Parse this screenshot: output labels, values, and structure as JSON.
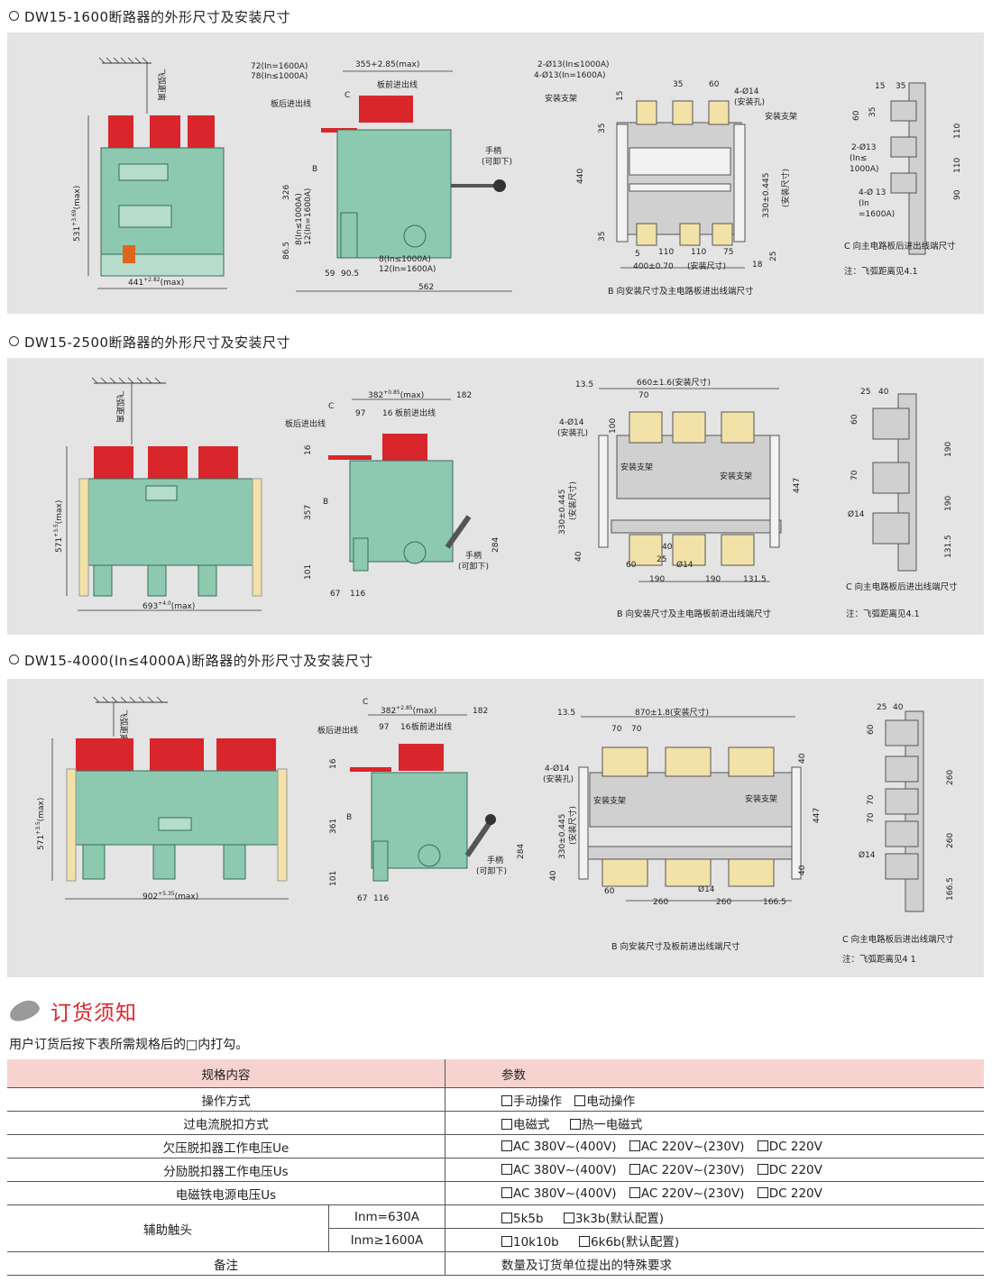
{
  "sections": [
    {
      "title": "DW15-1600断路器的外形尺寸及安装尺寸",
      "front": {
        "arc": "飞弧距离",
        "height": "531",
        "height_tol": "+3.69",
        "height_unit": "(max)",
        "width": "441",
        "width_tol": "+2.82",
        "width_unit": "(max)"
      },
      "side": {
        "t1": "72(In=1600A)",
        "t2": "78(In≤1000A)",
        "t3": "355+2.85(max)",
        "c": "C",
        "rear": "板后进出线",
        "front_w": "板前进出线",
        "b": "B",
        "d326": "326",
        "d8": "8(In≤1000A)",
        "d12": "12(In=1600A)",
        "d865": "86.5",
        "handle": "手柄",
        "handle2": "(可卸下)",
        "b1": "8(In≤1000A)",
        "b2": "12(In=1600A)",
        "d59": "59",
        "d905": "90.5",
        "d562": "562"
      },
      "bview": {
        "h1": "2-Ø13(In≤1000A)",
        "h2": "4-Ø13(In=1600A)",
        "bracket_l": "安装支架",
        "d15": "15",
        "d35t": "35",
        "d60": "60",
        "hole": "4-Ø14",
        "hole2": "(安装孔)",
        "bracket_r": "安装支架",
        "d35l": "35",
        "d440": "440",
        "d330": "330±0.445",
        "mount": "(安装尺寸)",
        "d35b": "35",
        "d5": "5",
        "d110a": "110",
        "d110b": "110",
        "d75": "75",
        "d25": "25",
        "d400": "400±0.70",
        "mount2": "(安装尺寸)",
        "d18": "18",
        "caption": "B 向安装尺寸及主电路板进出线端尺寸"
      },
      "cview": {
        "d15": "15",
        "d35": "35",
        "d60": "60",
        "d35v": "35",
        "h2": "2-Ø13",
        "h2b": "(In≤",
        "h2c": "1000A)",
        "h4": "4-Ø 13",
        "h4b": "(In",
        "h4c": "=1600A)",
        "d110a": "110",
        "d110b": "110",
        "d90": "90",
        "caption": "C 向主电路板后进出线端尺寸",
        "note": "注：飞弧距离见4.1"
      }
    },
    {
      "title": "DW15-2500断路器的外形尺寸及安装尺寸",
      "front": {
        "arc": "飞弧距离",
        "height": "571",
        "height_tol": "+3.5",
        "height_unit": "(max)",
        "width": "693",
        "width_tol": "+4.0",
        "width_unit": "(max)"
      },
      "side": {
        "c": "C",
        "t3": "382",
        "t3tol": "+0.85",
        "t3u": "(max)",
        "d182": "182",
        "rear": "板后进出线",
        "d97": "97",
        "d16a": "16",
        "front_w": "板前进出线",
        "d16": "16",
        "b": "B",
        "d357": "357",
        "d101": "101",
        "d67": "67",
        "d116": "116",
        "d284": "284",
        "handle": "手柄",
        "handle2": "(可卸下)"
      },
      "bview": {
        "d135": "13.5",
        "d660": "660±1.6(安装尺寸)",
        "d70": "70",
        "hole": "4-Ø14",
        "hole2": "(安装孔)",
        "d100": "100",
        "bracket_l": "安装支架",
        "bracket_r": "安装支架",
        "d330": "330±0.445",
        "mount": "(安装尺寸)",
        "d447": "447",
        "d40": "40",
        "d60": "60",
        "d25": "25",
        "d40b": "40",
        "phi": "Ø14",
        "d190a": "190",
        "d190b": "190",
        "d1315": "131.5",
        "caption": "B 向安装尺寸及主电路板前进出线端尺寸"
      },
      "cview": {
        "d25": "25",
        "d40": "40",
        "d60": "60",
        "d70": "70",
        "phi": "Ø14",
        "d190a": "190",
        "d190b": "190",
        "d1315": "131.5",
        "caption": "C 向主电路板后进出线端尺寸",
        "note": "注：飞弧距离见4.1"
      }
    },
    {
      "title": "DW15-4000(In≤4000A)断路器的外形尺寸及安装尺寸",
      "front": {
        "arc": "飞弧距离",
        "height": "571",
        "height_tol": "+3.5",
        "height_unit": "(max)",
        "width": "902",
        "width_tol": "+5.35",
        "width_unit": "(max)"
      },
      "side": {
        "c": "C",
        "t3": "382",
        "t3tol": "+2.85",
        "t3u": "(max)",
        "d182": "182",
        "rear": "板后进出线",
        "d97": "97",
        "d16a": "16",
        "front_w": "板前进出线",
        "d16": "16",
        "b": "B",
        "d361": "361",
        "d101": "101",
        "d67": "67",
        "d116": "116",
        "d284": "284",
        "handle": "手柄",
        "handle2": "(可卸下)"
      },
      "bview": {
        "d135": "13.5",
        "d870": "870±1.8(安装尺寸)",
        "d70a": "70",
        "d70b": "70",
        "hole": "4-Ø14",
        "hole2": "(安装孔)",
        "bracket_l": "安装支架",
        "bracket_r": "安装支架",
        "d330": "330±0.445",
        "mount": "(安装尺寸)",
        "d40t": "40",
        "d447": "447",
        "d40": "40",
        "d60": "60",
        "phi": "Ø14",
        "d40b": "40",
        "d260a": "260",
        "d260b": "260",
        "d1665": "166.5",
        "caption": "B 向安装尺寸及板前进出线端尺寸"
      },
      "cview": {
        "d25": "25",
        "d40": "40",
        "d60": "60",
        "d260a": "260",
        "d70a": "70",
        "d70b": "70",
        "d260b": "260",
        "phi": "Ø14",
        "d1665": "166.5",
        "caption": "C 向主电路板后进出线端尺寸",
        "note": "注：飞弧距离见4 1"
      }
    }
  ],
  "order": {
    "heading": "订货须知",
    "intro": "用户订货后按下表所需规格后的□内打勾。",
    "col1": "规格内容",
    "col2": "参数",
    "rows": [
      {
        "label": "操作方式",
        "opts": [
          "手动操作",
          "电动操作"
        ]
      },
      {
        "label": "过电流脱扣方式",
        "opts": [
          "电磁式",
          "热一电磁式"
        ]
      },
      {
        "label": "欠压脱扣器工作电压Ue",
        "opts": [
          "AC 380V~(400V)",
          "AC 220V~(230V)",
          "DC 220V"
        ]
      },
      {
        "label": "分励脱扣器工作电压Us",
        "opts": [
          "AC 380V~(400V)",
          "AC 220V~(230V)",
          "DC 220V"
        ]
      },
      {
        "label": "电磁铁电源电压Us",
        "opts": [
          "AC 380V~(400V)",
          "AC 220V~(230V)",
          "DC 220V"
        ]
      }
    ],
    "aux": {
      "label": "辅助触头",
      "sub": [
        {
          "label": "Inm=630A",
          "opts": [
            "5k5b",
            "3k3b(默认配置)"
          ]
        },
        {
          "label": "Inm≥1600A",
          "opts": [
            "10k10b",
            "6k6b(默认配置)"
          ]
        }
      ]
    },
    "remark": {
      "label": "备注",
      "value": "数量及订货单位提出的特殊要求"
    }
  },
  "colors": {
    "panel": "#e4e4e4",
    "body_green": "#8cc9b0",
    "terminal_red": "#d8262c",
    "heading_red": "#e0222b",
    "table_head": "#f7d3cf",
    "copper": "#f2e2a8"
  }
}
